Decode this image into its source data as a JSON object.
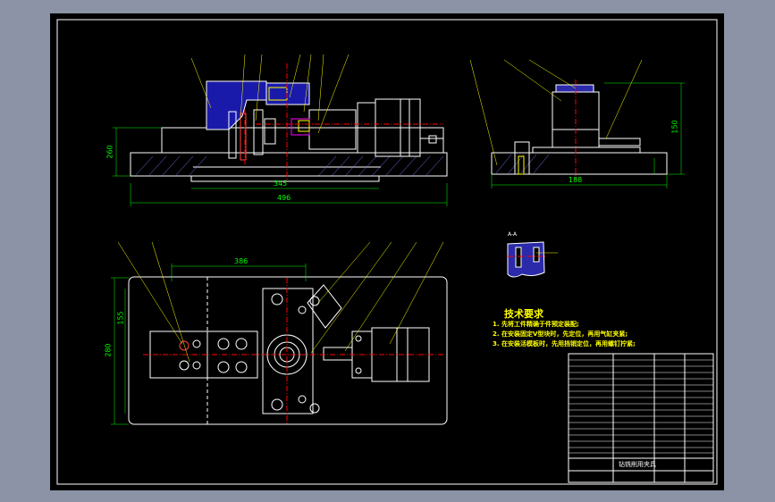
{
  "drawing": {
    "title": "钻铣削用夹具",
    "technical_requirements": {
      "heading": "技术要求",
      "items": [
        "1. 先将工件精确于件预定装配;",
        "2. 在安装固定V型块时，先定位，再用气缸夹紧;",
        "3. 在安装活模板时，先用挡销定位，再用螺钉拧紧;"
      ]
    },
    "dimension_labels": {
      "front_length": "496",
      "front_height": "260",
      "front_base_width": "345",
      "side_height": "150",
      "side_width": "188",
      "plan_length": "386",
      "plan_width": "155",
      "plan_height": "280"
    },
    "section_label": "A-A"
  },
  "colors": {
    "background": "#000000",
    "outer_frame": "#8c93a6",
    "part_outline": "#ffffff",
    "callout": "#ffff00",
    "dimension": "#00ff00",
    "center_line": "#ff0000",
    "hatch": "#0000ff",
    "cylinder": "#ff00ff"
  }
}
